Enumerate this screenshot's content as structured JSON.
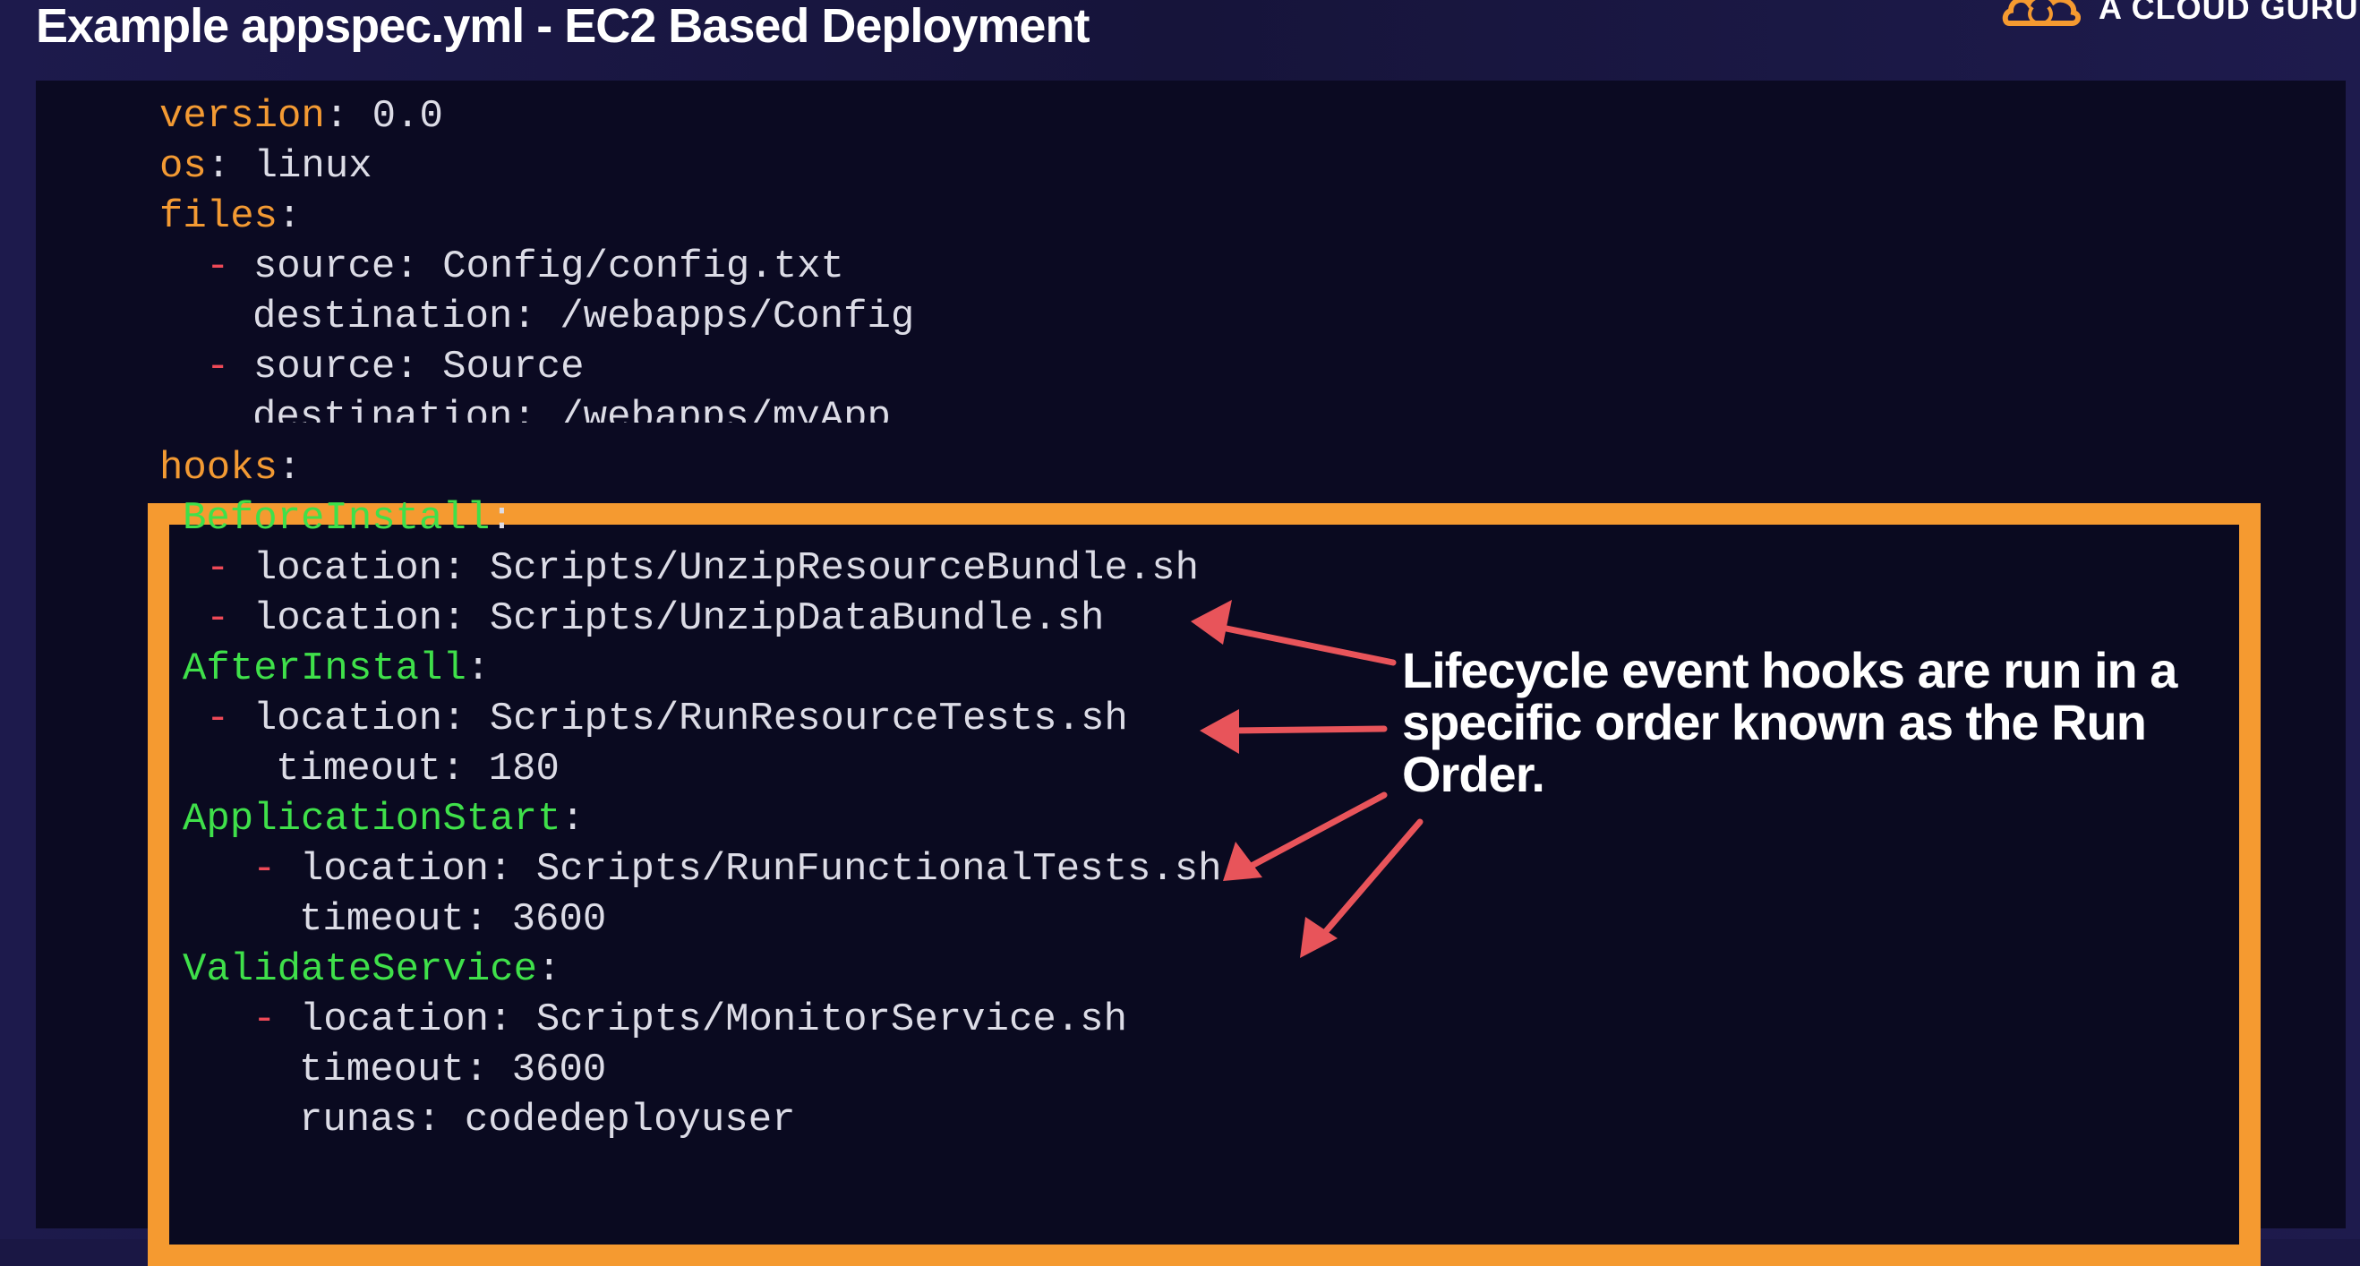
{
  "slide": {
    "title": "Example appspec.yml - EC2 Based Deployment",
    "logo_text": "A CLOUD GURU",
    "note": "Lifecycle event hooks are run in a specific order known as the Run Order."
  },
  "code": {
    "version_key": "version",
    "version_value": "0.0",
    "os_key": "os",
    "os_value": "linux",
    "files_key": "files",
    "files": [
      {
        "source_key": "source",
        "source_value": "Config/config.txt",
        "destination_key": "destination",
        "destination_value": "/webapps/Config"
      },
      {
        "source_key": "source",
        "source_value": "Source",
        "destination_key": "destination",
        "destination_value": "/webapps/myApp"
      }
    ],
    "hooks_key": "hooks",
    "hooks": {
      "before_install": {
        "name": "BeforeInstall",
        "entries": [
          {
            "key": "location",
            "value": "Scripts/UnzipResourceBundle.sh"
          },
          {
            "key": "location",
            "value": "Scripts/UnzipDataBundle.sh"
          }
        ]
      },
      "after_install": {
        "name": "AfterInstall",
        "location_key": "location",
        "location_value": "Scripts/RunResourceTests.sh",
        "timeout_key": "timeout",
        "timeout_value": "180"
      },
      "application_start": {
        "name": "ApplicationStart",
        "location_key": "location",
        "location_value": "Scripts/RunFunctionalTests.sh",
        "timeout_key": "timeout",
        "timeout_value": "3600"
      },
      "validate_service": {
        "name": "ValidateService",
        "location_key": "location",
        "location_value": "Scripts/MonitorService.sh",
        "timeout_key": "timeout",
        "timeout_value": "3600",
        "runas_key": "runas",
        "runas_value": "codedeployuser"
      }
    }
  },
  "colors": {
    "accent_orange": "#f59a30",
    "key_green": "#3fe04a",
    "dash_red": "#ee4957",
    "arrow_red": "#e8545a",
    "background": "#1a1744"
  }
}
